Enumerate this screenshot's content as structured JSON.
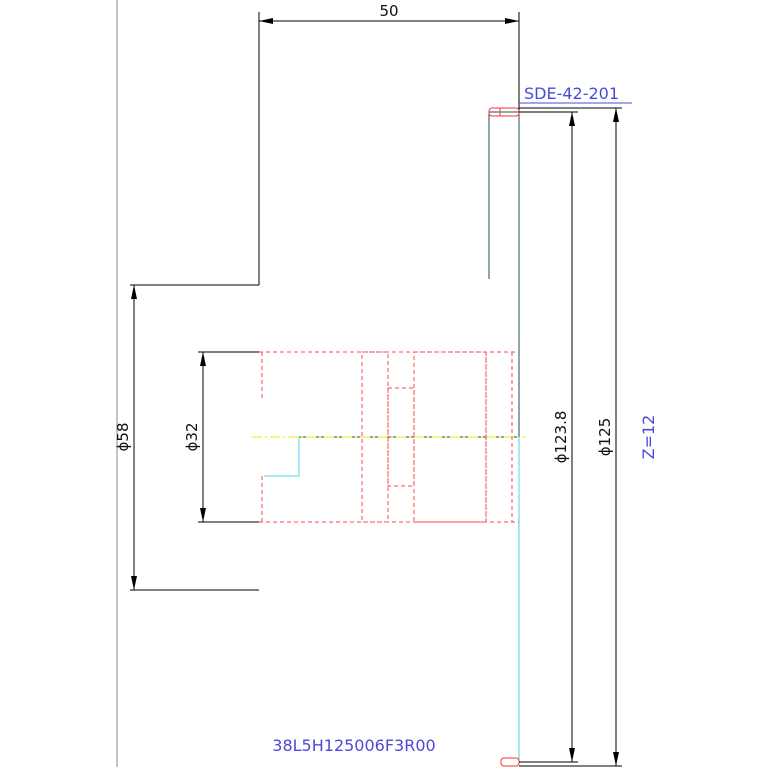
{
  "dimensions": {
    "width_50": "50",
    "dia_58": "ϕ58",
    "dia_32": "ϕ32",
    "dia_123_8": "ϕ123.8",
    "dia_125": "ϕ125"
  },
  "labels": {
    "part_code_top": "SDE-42-201",
    "teeth": "Z=12",
    "part_number": "38L5H125006F3R00"
  },
  "colors": {
    "part_outline": "#1f4e5c",
    "lower_half": "#4fd6ef",
    "hidden_lines": "#ff4a4a",
    "annotation_blue": "#4a4ad8",
    "centerline": "#e8e800"
  }
}
